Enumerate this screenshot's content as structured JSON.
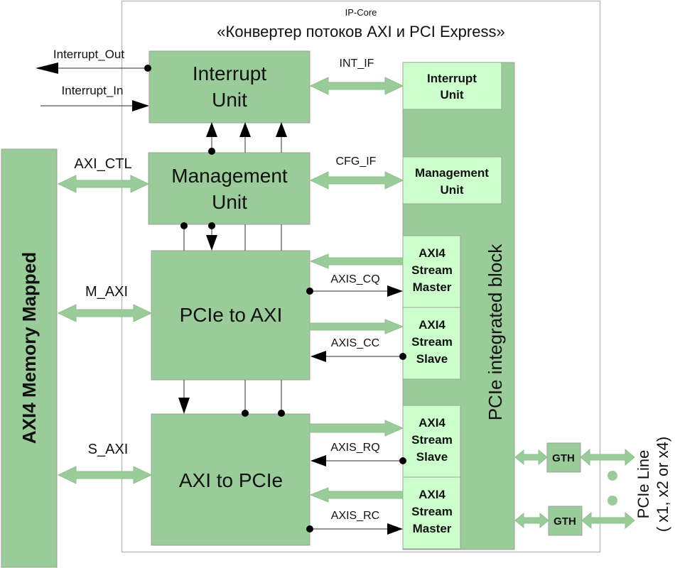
{
  "header": {
    "subtitle": "IP-Core",
    "title": "«Конвертер потоков AXI и PCI Express»"
  },
  "left_block": {
    "label": "AXI4 Memory Mapped"
  },
  "blocks": {
    "interrupt_unit": {
      "line1": "Interrupt",
      "line2": "Unit"
    },
    "management_unit": {
      "line1": "Management",
      "line2": "Unit"
    },
    "pcie_to_axi": {
      "label": "PCIe to AXI"
    },
    "axi_to_pcie": {
      "label": "AXI to PCIe"
    }
  },
  "pcie_block": {
    "label": "PCIe integrated block",
    "sub_units": [
      {
        "line1": "Interrupt",
        "line2": "Unit"
      },
      {
        "line1": "Management",
        "line2": "Unit"
      },
      {
        "line1": "AXI4",
        "line2": "Stream",
        "line3": "Master"
      },
      {
        "line1": "AXI4",
        "line2": "Stream",
        "line3": "Slave"
      },
      {
        "line1": "AXI4",
        "line2": "Stream",
        "line3": "Slave"
      },
      {
        "line1": "AXI4",
        "line2": "Stream",
        "line3": "Master"
      }
    ]
  },
  "signals": {
    "interrupt_out": "Interrupt_Out",
    "interrupt_in": "Interrupt_In",
    "axi_ctl": "AXI_CTL",
    "m_axi": "M_AXI",
    "s_axi": "S_AXI",
    "int_if": "INT_IF",
    "cfg_if": "CFG_IF",
    "axis_cq": "AXIS_CQ",
    "axis_cc": "AXIS_CC",
    "axis_rq": "AXIS_RQ",
    "axis_rc": "AXIS_RC"
  },
  "gth": [
    {
      "label": "GTH"
    },
    {
      "label": "GTH"
    }
  ],
  "pcie_line": {
    "line1": "PCIe Line",
    "line2": "( x1, x2 or x4)"
  },
  "colors": {
    "block_fill": "#99cc99",
    "sub_unit_fill": "#ccffcc",
    "frame": "#b4b4b4"
  }
}
